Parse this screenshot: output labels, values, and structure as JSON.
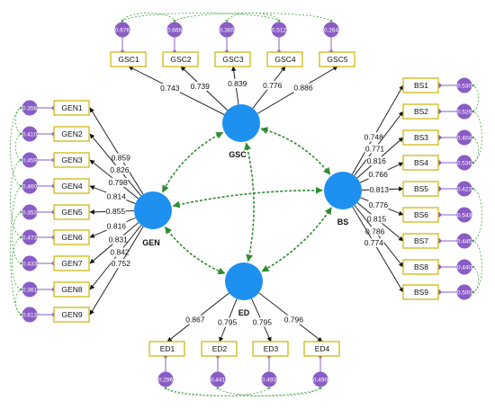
{
  "diagram": {
    "latents": [
      {
        "id": "GSC",
        "label": "GSC",
        "icon": "latent-circle-icon"
      },
      {
        "id": "GEN",
        "label": "GEN",
        "icon": "latent-circle-icon"
      },
      {
        "id": "BS",
        "label": "BS",
        "icon": "latent-circle-icon"
      },
      {
        "id": "ED",
        "label": "ED",
        "icon": "latent-circle-icon"
      }
    ],
    "indicators": {
      "GSC": [
        {
          "label": "GSC1",
          "loading": "0.743",
          "error": "0.676"
        },
        {
          "label": "GSC2",
          "loading": "0.739",
          "error": "0.666"
        },
        {
          "label": "GSC3",
          "loading": "0.839",
          "error": "0.385"
        },
        {
          "label": "GSC4",
          "loading": "0.776",
          "error": "0.512"
        },
        {
          "label": "GSC5",
          "loading": "0.886",
          "error": "0.264"
        }
      ],
      "GEN": [
        {
          "label": "GEN1",
          "loading": "0.859",
          "error": "0.356"
        },
        {
          "label": "GEN2",
          "loading": "0.826",
          "error": "0.410"
        },
        {
          "label": "GEN3",
          "loading": "0.798",
          "error": "0.459"
        },
        {
          "label": "GEN4",
          "loading": "0.814",
          "error": "0.460"
        },
        {
          "label": "GEN5",
          "loading": "0.855",
          "error": "0.353"
        },
        {
          "label": "GEN6",
          "loading": "0.816",
          "error": "0.473"
        },
        {
          "label": "GEN7",
          "loading": "0.831",
          "error": "0.433"
        },
        {
          "label": "GEN8",
          "loading": "0.842",
          "error": "0.361"
        },
        {
          "label": "GEN9",
          "loading": "0.752",
          "error": "0.613"
        }
      ],
      "BS": [
        {
          "label": "BS1",
          "loading": "0.748",
          "error": "0.530"
        },
        {
          "label": "BS2",
          "loading": "0.771",
          "error": "0.526"
        },
        {
          "label": "BS3",
          "loading": "0.816",
          "error": "0.404"
        },
        {
          "label": "BS4",
          "loading": "0.766",
          "error": "0.536"
        },
        {
          "label": "BS5",
          "loading": "0.813",
          "error": "0.423"
        },
        {
          "label": "BS6",
          "loading": "0.776",
          "error": "0.543"
        },
        {
          "label": "BS7",
          "loading": "0.815",
          "error": "0.445"
        },
        {
          "label": "BS8",
          "loading": "0.786",
          "error": "0.440"
        },
        {
          "label": "BS9",
          "loading": "0.774",
          "error": "0.500"
        }
      ],
      "ED": [
        {
          "label": "ED1",
          "loading": "0.867",
          "error": "0.296"
        },
        {
          "label": "ED2",
          "loading": "0.795",
          "error": "0.441"
        },
        {
          "label": "ED3",
          "loading": "0.795",
          "error": "0.493"
        },
        {
          "label": "ED4",
          "loading": "0.796",
          "error": "0.490"
        }
      ]
    },
    "colors": {
      "latent": "#1e90f0",
      "error_node": "#8a5cc6",
      "indicator_border": "#c9b300",
      "covariance": "#2e8b2e",
      "loading_arrow": "#111111"
    }
  }
}
